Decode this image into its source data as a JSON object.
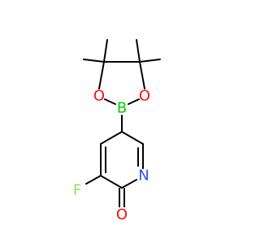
{
  "molecule": {
    "atoms": {
      "boron": {
        "symbol": "B",
        "color": "#00cc00"
      },
      "oxygen_left": {
        "symbol": "O",
        "color": "#ff0d0d"
      },
      "oxygen_right": {
        "symbol": "O",
        "color": "#ff0d0d"
      },
      "nitrogen": {
        "symbol": "N",
        "color": "#3050f8"
      },
      "fluorine": {
        "symbol": "F",
        "color": "#90e050"
      },
      "oxygen_carbonyl": {
        "symbol": "O",
        "color": "#ff0d0d"
      }
    },
    "bond_color": "#000000"
  }
}
